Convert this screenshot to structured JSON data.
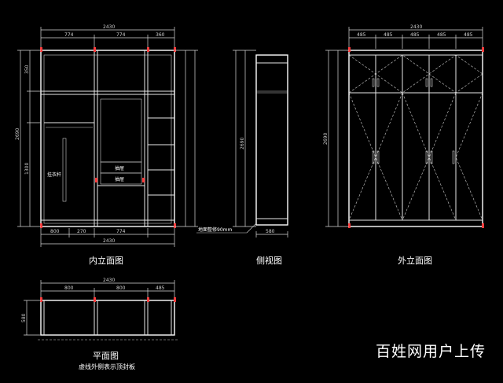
{
  "labels": {
    "inner_elevation": "内立面图",
    "side_view": "侧视图",
    "outer_elevation": "外立面图",
    "plan_view": "平面图",
    "plan_note": "虚线外侧表示顶封板"
  },
  "annotations": {
    "drawer1": "抽屉",
    "drawer2": "抽屉",
    "rod": "挂衣杆",
    "side_note": "地面整修90mm"
  },
  "dims": {
    "inner_top_total": "2430",
    "inner_top_a": "774",
    "inner_top_b": "774",
    "inner_top_c": "360",
    "inner_bottom_total": "2430",
    "inner_bottom_a": "800",
    "inner_bottom_b": "270",
    "inner_bottom_c": "774",
    "inner_left_total": "2690",
    "inner_left_a": "350",
    "inner_left_b": "1300",
    "outer_top_total": "2430",
    "outer_top_a": "485",
    "outer_top_b": "485",
    "outer_top_c": "485",
    "outer_top_d": "485",
    "outer_top_e": "485",
    "outer_left_total": "2690",
    "side_bottom": "580",
    "side_left_a": "2690",
    "plan_top_total": "2430",
    "plan_top_a": "800",
    "plan_top_b": "800",
    "plan_top_c": "485",
    "plan_left": "580"
  },
  "watermark": "百姓网用户上传"
}
